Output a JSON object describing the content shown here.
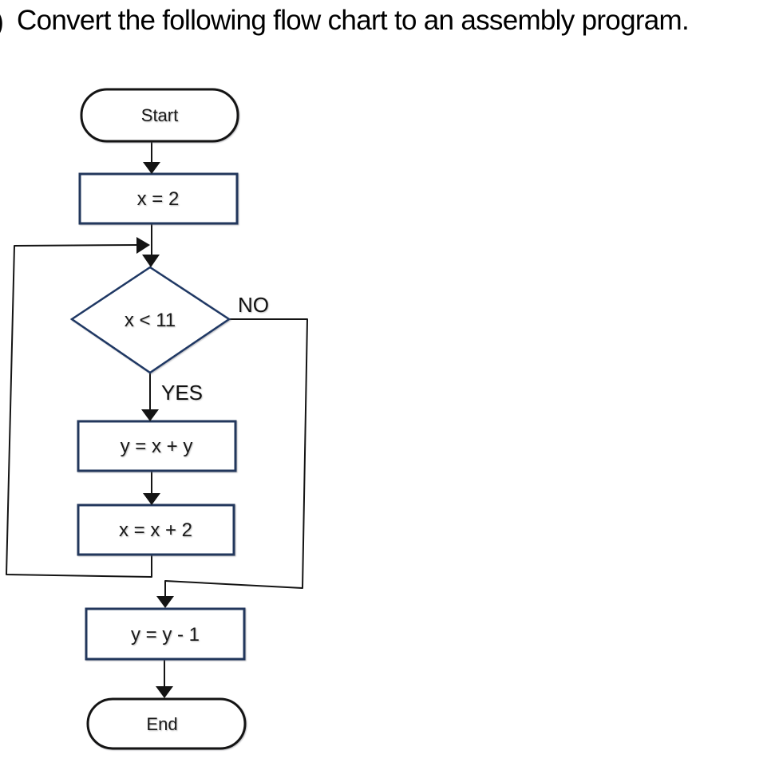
{
  "title": {
    "text": "Convert the following flow chart to an assembly program.",
    "left_edge_fragment": ")"
  },
  "colors": {
    "background": "#ffffff",
    "process_border": "#22375C",
    "decision_border": "#1F3864",
    "terminator_border": "#141414",
    "connector": "#141414",
    "label_text": "#1a1a1a"
  },
  "flowchart": {
    "nodes": [
      {
        "id": "start",
        "type": "terminator",
        "label": "Start"
      },
      {
        "id": "set-x",
        "type": "process",
        "label": "x = 2"
      },
      {
        "id": "check",
        "type": "decision",
        "label": "x < 11"
      },
      {
        "id": "add",
        "type": "process",
        "label": "y = x + y"
      },
      {
        "id": "increment",
        "type": "process",
        "label": "x = x + 2"
      },
      {
        "id": "decrement",
        "type": "process",
        "label": "y = y - 1"
      },
      {
        "id": "end",
        "type": "terminator",
        "label": "End"
      }
    ],
    "edges": [
      {
        "from": "start",
        "to": "set-x",
        "label": ""
      },
      {
        "from": "set-x",
        "to": "check",
        "label": ""
      },
      {
        "from": "check",
        "to": "add",
        "label": "YES"
      },
      {
        "from": "add",
        "to": "increment",
        "label": ""
      },
      {
        "from": "increment",
        "to": "check",
        "label": ""
      },
      {
        "from": "check",
        "to": "decrement",
        "label": "NO"
      },
      {
        "from": "decrement",
        "to": "end",
        "label": ""
      }
    ]
  }
}
